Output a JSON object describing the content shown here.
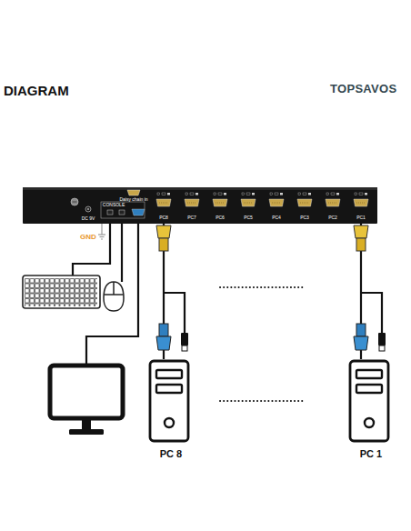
{
  "diagram": {
    "title": "DIAGRAM",
    "nodes": [
      {
        "text": [
          "DC 9V",
          "CONSOLE",
          "Daisy chain in",
          "PC8",
          "PC7",
          "PC6",
          "PC5",
          "PC4",
          "PC3",
          "PC2",
          "PC1"
        ]
      },
      {
        "text": [
          "PC 8"
        ]
      },
      {
        "text": [
          "PC 1"
        ]
      }
    ],
    "edges": [
      {
        "from": 0,
        "to": 1,
        "arrow": "none"
      },
      {
        "from": 0,
        "to": 2,
        "arrow": "none"
      }
    ],
    "labels": [
      "TOPSAVOS",
      "GND"
    ]
  }
}
